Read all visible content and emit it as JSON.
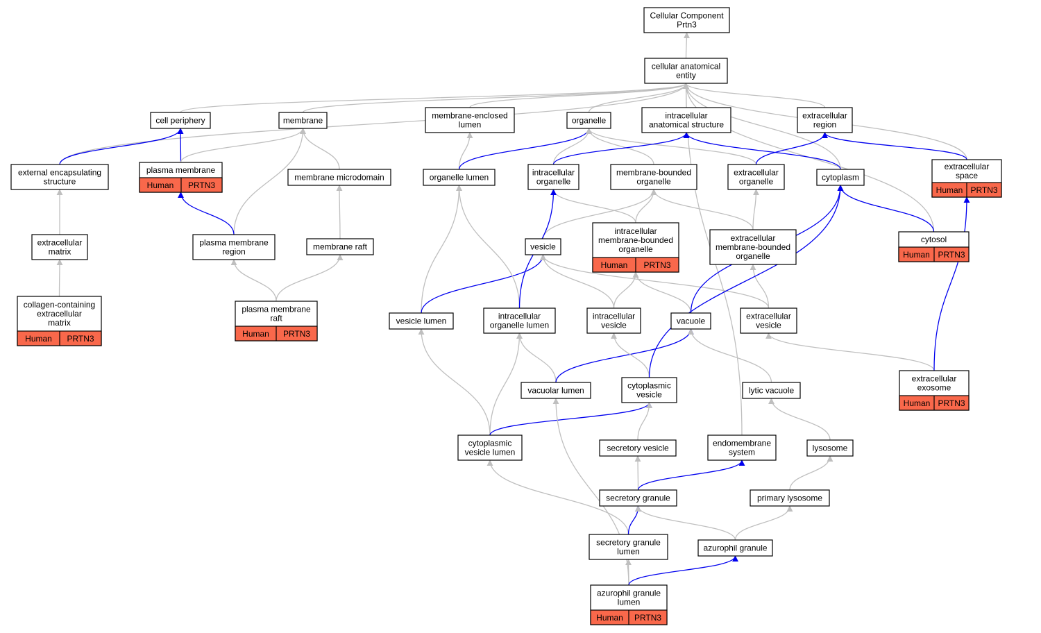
{
  "colors": {
    "node_fill": "#ffffff",
    "node_stroke": "#000000",
    "badge_fill": "#f9684b",
    "edge_gray": "#bfbfbf",
    "edge_blue": "#0000ee"
  },
  "badge": {
    "species": "Human",
    "gene": "PRTN3"
  },
  "nodes": [
    {
      "id": "root",
      "lines": [
        "Cellular Component",
        "Prtn3"
      ],
      "badge": false
    },
    {
      "id": "cae",
      "lines": [
        "cellular anatomical",
        "entity"
      ],
      "badge": false
    },
    {
      "id": "cellper",
      "lines": [
        "cell periphery"
      ],
      "badge": false
    },
    {
      "id": "membrane",
      "lines": [
        "membrane"
      ],
      "badge": false
    },
    {
      "id": "mel",
      "lines": [
        "membrane-enclosed",
        "lumen"
      ],
      "badge": false
    },
    {
      "id": "organelle",
      "lines": [
        "organelle"
      ],
      "badge": false
    },
    {
      "id": "ias",
      "lines": [
        "intracellular",
        "anatomical structure"
      ],
      "badge": false
    },
    {
      "id": "exreg",
      "lines": [
        "extracellular",
        "region"
      ],
      "badge": false
    },
    {
      "id": "exspace",
      "lines": [
        "extracellular",
        "space"
      ],
      "badge": true
    },
    {
      "id": "ees",
      "lines": [
        "external encapsulating",
        "structure"
      ],
      "badge": false
    },
    {
      "id": "pm",
      "lines": [
        "plasma membrane"
      ],
      "badge": true
    },
    {
      "id": "mmd",
      "lines": [
        "membrane microdomain"
      ],
      "badge": false
    },
    {
      "id": "orglumen",
      "lines": [
        "organelle lumen"
      ],
      "badge": false
    },
    {
      "id": "intorg",
      "lines": [
        "intracellular",
        "organelle"
      ],
      "badge": false
    },
    {
      "id": "mbo",
      "lines": [
        "membrane-bounded",
        "organelle"
      ],
      "badge": false
    },
    {
      "id": "exorg",
      "lines": [
        "extracellular",
        "organelle"
      ],
      "badge": false
    },
    {
      "id": "cytoplasm",
      "lines": [
        "cytoplasm"
      ],
      "badge": false
    },
    {
      "id": "cytosol",
      "lines": [
        "cytosol"
      ],
      "badge": true
    },
    {
      "id": "ecm",
      "lines": [
        "extracellular",
        "matrix"
      ],
      "badge": false
    },
    {
      "id": "pmr",
      "lines": [
        "plasma membrane",
        "region"
      ],
      "badge": false
    },
    {
      "id": "mraft",
      "lines": [
        "membrane raft"
      ],
      "badge": false
    },
    {
      "id": "vesicle",
      "lines": [
        "vesicle"
      ],
      "badge": false
    },
    {
      "id": "imbo",
      "lines": [
        "intracellular",
        "membrane-bounded",
        "organelle"
      ],
      "badge": true
    },
    {
      "id": "embo",
      "lines": [
        "extracellular",
        "membrane-bounded",
        "organelle"
      ],
      "badge": false
    },
    {
      "id": "ccem",
      "lines": [
        "collagen-containing",
        "extracellular",
        "matrix"
      ],
      "badge": true
    },
    {
      "id": "pmraft",
      "lines": [
        "plasma membrane",
        "raft"
      ],
      "badge": true
    },
    {
      "id": "veslumen",
      "lines": [
        "vesicle lumen"
      ],
      "badge": false
    },
    {
      "id": "iol",
      "lines": [
        "intracellular",
        "organelle lumen"
      ],
      "badge": false
    },
    {
      "id": "intves",
      "lines": [
        "intracellular",
        "vesicle"
      ],
      "badge": false
    },
    {
      "id": "vacuole",
      "lines": [
        "vacuole"
      ],
      "badge": false
    },
    {
      "id": "exves",
      "lines": [
        "extracellular",
        "vesicle"
      ],
      "badge": false
    },
    {
      "id": "vaclumen",
      "lines": [
        "vacuolar lumen"
      ],
      "badge": false
    },
    {
      "id": "cytves",
      "lines": [
        "cytoplasmic",
        "vesicle"
      ],
      "badge": false
    },
    {
      "id": "lytvac",
      "lines": [
        "lytic vacuole"
      ],
      "badge": false
    },
    {
      "id": "exosome",
      "lines": [
        "extracellular",
        "exosome"
      ],
      "badge": true
    },
    {
      "id": "cvl",
      "lines": [
        "cytoplasmic",
        "vesicle lumen"
      ],
      "badge": false
    },
    {
      "id": "secves",
      "lines": [
        "secretory vesicle"
      ],
      "badge": false
    },
    {
      "id": "endo",
      "lines": [
        "endomembrane",
        "system"
      ],
      "badge": false
    },
    {
      "id": "lysosome",
      "lines": [
        "lysosome"
      ],
      "badge": false
    },
    {
      "id": "secgran",
      "lines": [
        "secretory granule"
      ],
      "badge": false
    },
    {
      "id": "primlys",
      "lines": [
        "primary lysosome"
      ],
      "badge": false
    },
    {
      "id": "sgl",
      "lines": [
        "secretory granule",
        "lumen"
      ],
      "badge": false
    },
    {
      "id": "azgran",
      "lines": [
        "azurophil granule"
      ],
      "badge": false
    },
    {
      "id": "agl",
      "lines": [
        "azurophil granule",
        "lumen"
      ],
      "badge": true
    }
  ],
  "edges": [
    {
      "from": "cae",
      "to": "root",
      "color": "gray"
    },
    {
      "from": "cellper",
      "to": "cae",
      "color": "gray"
    },
    {
      "from": "membrane",
      "to": "cae",
      "color": "gray"
    },
    {
      "from": "mel",
      "to": "cae",
      "color": "gray"
    },
    {
      "from": "organelle",
      "to": "cae",
      "color": "gray"
    },
    {
      "from": "ias",
      "to": "cae",
      "color": "gray"
    },
    {
      "from": "exreg",
      "to": "cae",
      "color": "gray"
    },
    {
      "from": "exspace",
      "to": "cae",
      "color": "gray"
    },
    {
      "from": "ees",
      "to": "cae",
      "color": "gray"
    },
    {
      "from": "cytosol",
      "to": "cae",
      "color": "gray"
    },
    {
      "from": "endo",
      "to": "cae",
      "color": "gray"
    },
    {
      "from": "cytoplasm",
      "to": "cae",
      "color": "gray"
    },
    {
      "from": "ees",
      "to": "cellper",
      "color": "blue"
    },
    {
      "from": "pm",
      "to": "cellper",
      "color": "blue"
    },
    {
      "from": "pm",
      "to": "membrane",
      "color": "gray"
    },
    {
      "from": "mmd",
      "to": "membrane",
      "color": "gray"
    },
    {
      "from": "pmr",
      "to": "membrane",
      "color": "gray"
    },
    {
      "from": "orglumen",
      "to": "mel",
      "color": "gray"
    },
    {
      "from": "orglumen",
      "to": "organelle",
      "color": "blue"
    },
    {
      "from": "intorg",
      "to": "organelle",
      "color": "gray"
    },
    {
      "from": "mbo",
      "to": "organelle",
      "color": "gray"
    },
    {
      "from": "exorg",
      "to": "organelle",
      "color": "gray"
    },
    {
      "from": "intorg",
      "to": "ias",
      "color": "blue"
    },
    {
      "from": "cytoplasm",
      "to": "ias",
      "color": "blue"
    },
    {
      "from": "exorg",
      "to": "exreg",
      "color": "blue"
    },
    {
      "from": "exspace",
      "to": "exreg",
      "color": "blue"
    },
    {
      "from": "cytosol",
      "to": "cytoplasm",
      "color": "blue"
    },
    {
      "from": "ecm",
      "to": "ees",
      "color": "gray"
    },
    {
      "from": "pmr",
      "to": "pm",
      "color": "blue"
    },
    {
      "from": "mraft",
      "to": "mmd",
      "color": "gray"
    },
    {
      "from": "vesicle",
      "to": "mbo",
      "color": "gray"
    },
    {
      "from": "imbo",
      "to": "intorg",
      "color": "gray"
    },
    {
      "from": "imbo",
      "to": "mbo",
      "color": "gray"
    },
    {
      "from": "embo",
      "to": "mbo",
      "color": "gray"
    },
    {
      "from": "embo",
      "to": "exorg",
      "color": "gray"
    },
    {
      "from": "ccem",
      "to": "ecm",
      "color": "gray"
    },
    {
      "from": "pmraft",
      "to": "pmr",
      "color": "gray"
    },
    {
      "from": "pmraft",
      "to": "mraft",
      "color": "gray"
    },
    {
      "from": "veslumen",
      "to": "orglumen",
      "color": "gray"
    },
    {
      "from": "veslumen",
      "to": "vesicle",
      "color": "blue"
    },
    {
      "from": "iol",
      "to": "orglumen",
      "color": "gray"
    },
    {
      "from": "iol",
      "to": "intorg",
      "color": "blue"
    },
    {
      "from": "intves",
      "to": "vesicle",
      "color": "gray"
    },
    {
      "from": "intves",
      "to": "imbo",
      "color": "gray"
    },
    {
      "from": "exves",
      "to": "vesicle",
      "color": "gray"
    },
    {
      "from": "exves",
      "to": "embo",
      "color": "gray"
    },
    {
      "from": "vacuole",
      "to": "imbo",
      "color": "gray"
    },
    {
      "from": "vacuole",
      "to": "cytoplasm",
      "color": "blue"
    },
    {
      "from": "vaclumen",
      "to": "iol",
      "color": "gray"
    },
    {
      "from": "vaclumen",
      "to": "vacuole",
      "color": "blue"
    },
    {
      "from": "cytves",
      "to": "intves",
      "color": "gray"
    },
    {
      "from": "cytves",
      "to": "cytoplasm",
      "color": "blue"
    },
    {
      "from": "lytvac",
      "to": "vacuole",
      "color": "gray"
    },
    {
      "from": "exosome",
      "to": "exves",
      "color": "gray"
    },
    {
      "from": "exosome",
      "to": "exspace",
      "color": "blue"
    },
    {
      "from": "cvl",
      "to": "veslumen",
      "color": "gray"
    },
    {
      "from": "cvl",
      "to": "iol",
      "color": "gray"
    },
    {
      "from": "cvl",
      "to": "cytves",
      "color": "blue"
    },
    {
      "from": "secves",
      "to": "cytves",
      "color": "gray"
    },
    {
      "from": "lysosome",
      "to": "lytvac",
      "color": "gray"
    },
    {
      "from": "secgran",
      "to": "secves",
      "color": "gray"
    },
    {
      "from": "secgran",
      "to": "endo",
      "color": "blue"
    },
    {
      "from": "primlys",
      "to": "lysosome",
      "color": "gray"
    },
    {
      "from": "sgl",
      "to": "cvl",
      "color": "gray"
    },
    {
      "from": "sgl",
      "to": "secgran",
      "color": "blue"
    },
    {
      "from": "azgran",
      "to": "secgran",
      "color": "gray"
    },
    {
      "from": "azgran",
      "to": "primlys",
      "color": "gray"
    },
    {
      "from": "agl",
      "to": "sgl",
      "color": "gray"
    },
    {
      "from": "agl",
      "to": "vaclumen",
      "color": "gray"
    },
    {
      "from": "agl",
      "to": "azgran",
      "color": "blue"
    }
  ]
}
